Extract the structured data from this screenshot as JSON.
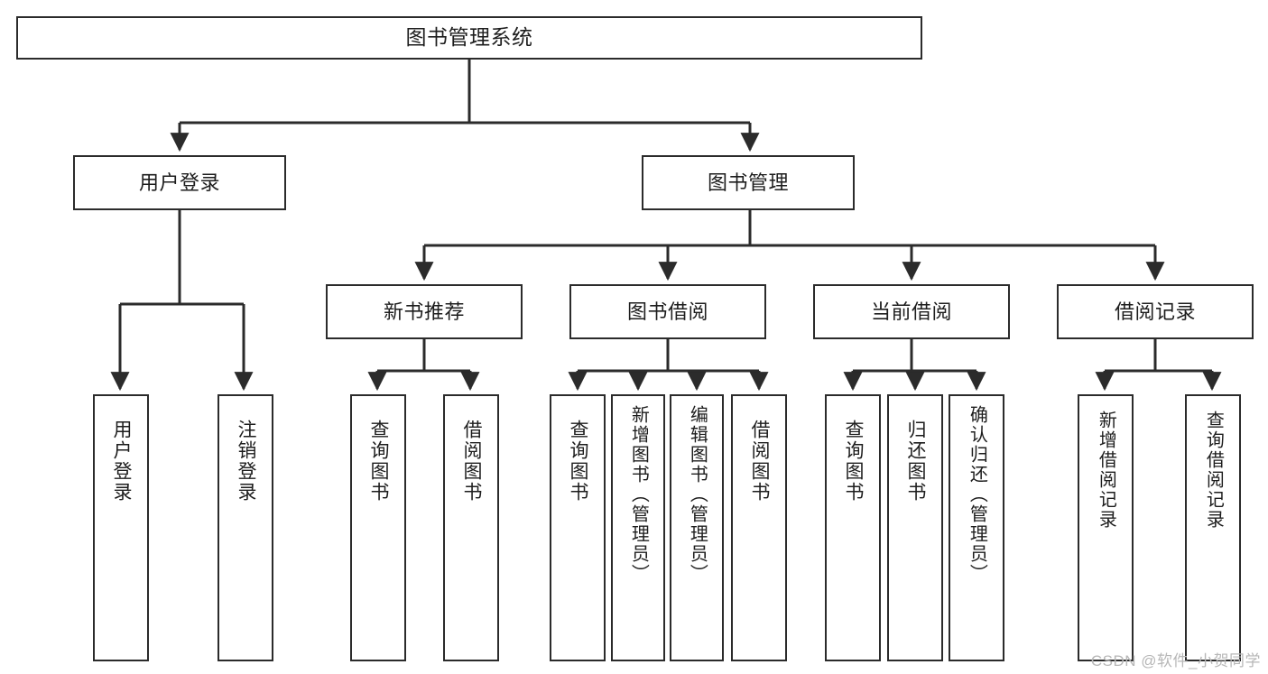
{
  "diagram": {
    "title": "图书管理系统",
    "type": "tree",
    "root": {
      "label": "图书管理系统"
    },
    "level2": [
      {
        "label": "用户登录"
      },
      {
        "label": "图书管理"
      }
    ],
    "level3": [
      {
        "label": "新书推荐"
      },
      {
        "label": "图书借阅"
      },
      {
        "label": "当前借阅"
      },
      {
        "label": "借阅记录"
      }
    ],
    "leaves": {
      "user_login": [
        {
          "label": "用户登录"
        },
        {
          "label": "注销登录"
        }
      ],
      "new_book": [
        {
          "label": "查询图书"
        },
        {
          "label": "借阅图书"
        }
      ],
      "book_borrow": [
        {
          "label": "查询图书"
        },
        {
          "label": "新增图书（管理员）"
        },
        {
          "label": "编辑图书（管理员）"
        },
        {
          "label": "借阅图书"
        }
      ],
      "current_borrow": [
        {
          "label": "查询图书"
        },
        {
          "label": "归还图书"
        },
        {
          "label": "确认归还（管理员）"
        }
      ],
      "borrow_record": [
        {
          "label": "新增借阅记录"
        },
        {
          "label": "查询借阅记录"
        }
      ]
    }
  },
  "watermark": {
    "text": "CSDN @软件_小贺同学"
  },
  "colors": {
    "background": "#ffffff",
    "box_fill": "#ffffff",
    "box_stroke": "#2b2b2b",
    "text": "#1d1d1d",
    "watermark": "#b7b7b7"
  }
}
